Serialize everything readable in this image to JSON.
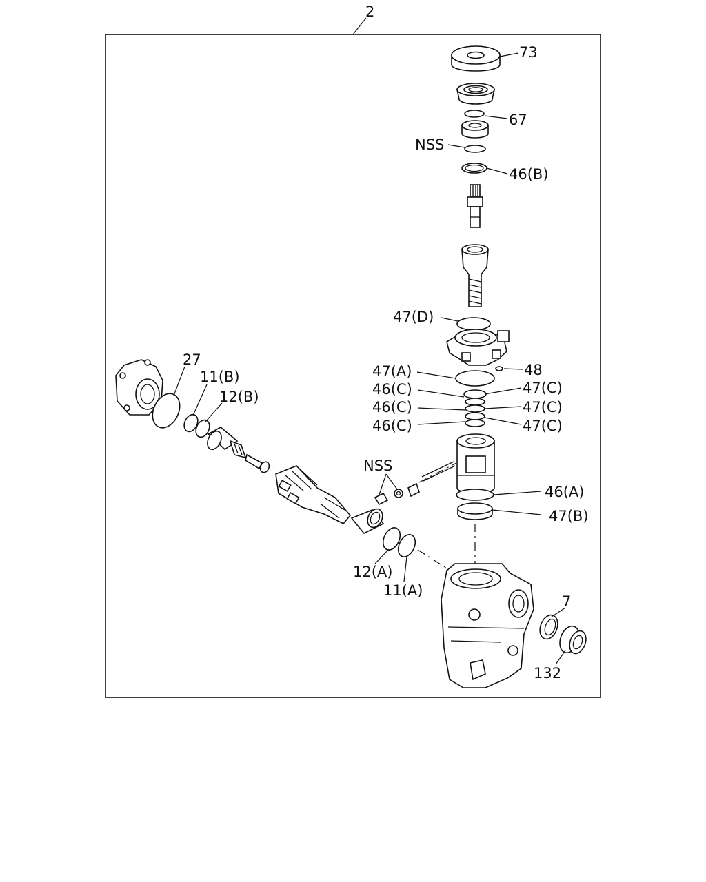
{
  "diagram": {
    "assembly_number": "2",
    "callouts": {
      "c73": "73",
      "c67": "67",
      "nss_top": "NSS",
      "c46b": "46(B)",
      "c47d": "47(D)",
      "c48": "48",
      "c47a": "47(A)",
      "c46c_1": "46(C)",
      "c46c_2": "46(C)",
      "c46c_3": "46(C)",
      "c47c_1": "47(C)",
      "c47c_2": "47(C)",
      "c47c_3": "47(C)",
      "c27": "27",
      "c11b": "11(B)",
      "c12b": "12(B)",
      "nss_mid": "NSS",
      "c46a": "46(A)",
      "c47b": "47(B)",
      "c12a": "12(A)",
      "c11a": "11(A)",
      "c7": "7",
      "c132": "132"
    }
  }
}
